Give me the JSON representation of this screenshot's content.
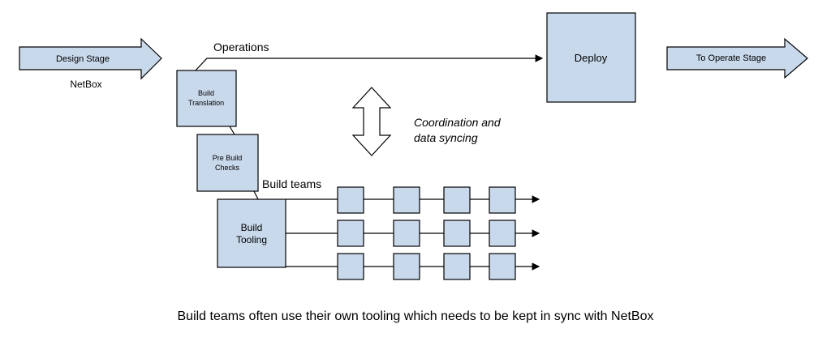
{
  "colors": {
    "box_fill": "#c9d9ec",
    "stroke": "#000000",
    "background": "#ffffff"
  },
  "labels": {
    "design_stage": "Design Stage",
    "netbox": "NetBox",
    "operations": "Operations",
    "deploy": "Deploy",
    "to_operate_stage": "To Operate Stage",
    "build_translation_line1": "Build",
    "build_translation_line2": "Translation",
    "pre_build_line1": "Pre Build",
    "pre_build_line2": "Checks",
    "build_teams": "Build teams",
    "build_tooling_line1": "Build",
    "build_tooling_line2": "Tooling",
    "coordination_line1": "Coordination and",
    "coordination_line2": "data syncing",
    "caption": "Build teams often use their own tooling which needs to be kept in sync with NetBox"
  },
  "pipeline": {
    "rows": 3,
    "stages_per_row": 4
  }
}
